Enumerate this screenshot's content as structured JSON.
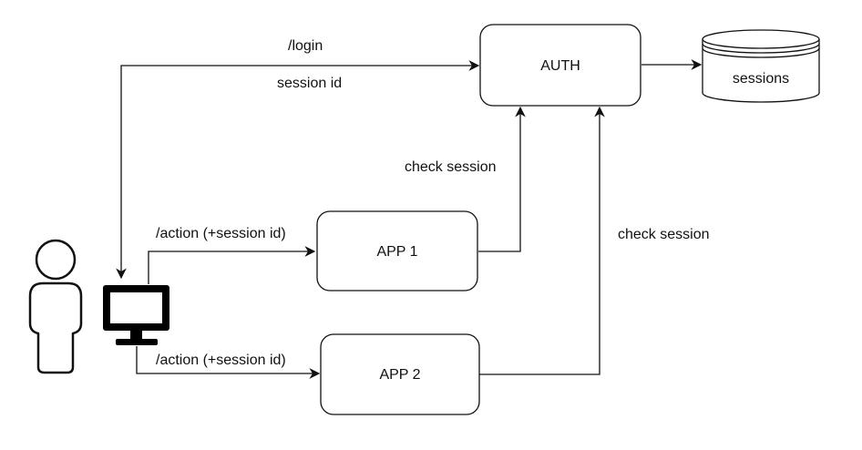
{
  "nodes": {
    "auth": {
      "label": "AUTH"
    },
    "sessions": {
      "label": "sessions"
    },
    "app1": {
      "label": "APP 1"
    },
    "app2": {
      "label": "APP 2"
    },
    "user": {
      "icon": "person-icon"
    },
    "computer": {
      "icon": "monitor-icon"
    }
  },
  "edges": {
    "login": {
      "label": "/login"
    },
    "session_id": {
      "label": "session id"
    },
    "check_session_1": {
      "label": "check session"
    },
    "check_session_2": {
      "label": "check session"
    },
    "action_1": {
      "label": "/action (+session id)"
    },
    "action_2": {
      "label": "/action (+session id)"
    }
  },
  "colors": {
    "stroke": "#111111",
    "background": "#ffffff"
  }
}
